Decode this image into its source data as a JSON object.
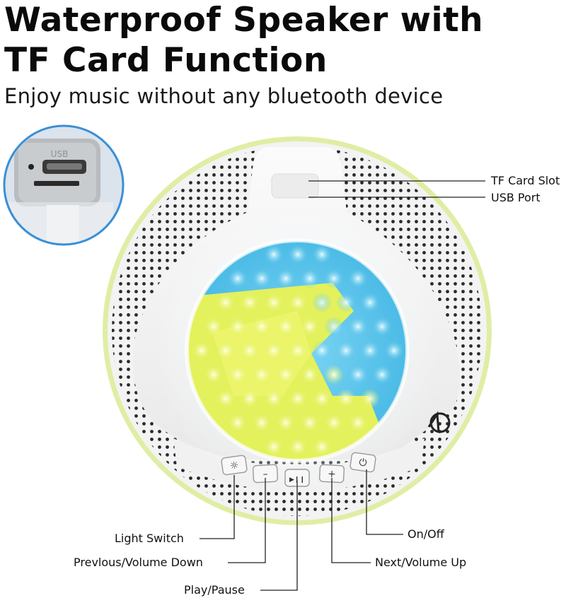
{
  "headline": {
    "line1": "Waterproof Speaker with",
    "line2": "TF Card Function",
    "subtitle": "Enjoy music without any bluetooth device"
  },
  "callouts": {
    "tf_card_slot": "TF Card Slot",
    "usb_port": "USB Port",
    "light_switch": "Light Switch",
    "previous_volume_down": "Prevlous/Volume Down",
    "play_pause": "Play/Pause",
    "on_off": "On/Off",
    "next_volume_up": "Next/Volume Up"
  },
  "inset": {
    "port_label": "USB"
  },
  "buttons": [
    {
      "name": "light-switch-button",
      "icon": "sun-icon",
      "glyph": "☼"
    },
    {
      "name": "previous-volume-down-button",
      "icon": "minus-icon",
      "glyph": "–"
    },
    {
      "name": "play-pause-button",
      "icon": "play-pause-icon",
      "glyph": "▶❙❙"
    },
    {
      "name": "next-volume-up-button",
      "icon": "plus-icon",
      "glyph": "+"
    },
    {
      "name": "power-button",
      "icon": "power-icon",
      "glyph": "⏻"
    }
  ],
  "colors": {
    "rim": "#c8e07a",
    "led_yellow": "#e6f25a",
    "led_blue": "#5cc6ec",
    "inset_ring": "#3a8fd6",
    "body": "#f4f4f4"
  }
}
